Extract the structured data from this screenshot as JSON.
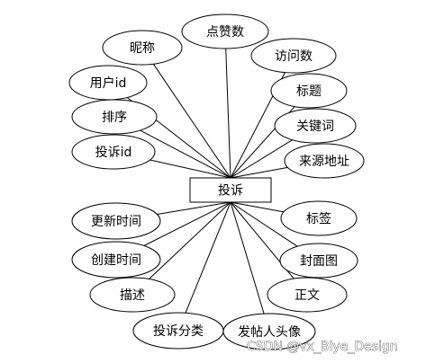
{
  "entity": {
    "label": "投诉"
  },
  "attributes": [
    {
      "key": "nickname",
      "label": "昵称"
    },
    {
      "key": "likes",
      "label": "点赞数"
    },
    {
      "key": "views",
      "label": "访问数"
    },
    {
      "key": "user_id",
      "label": "用户id"
    },
    {
      "key": "title",
      "label": "标题"
    },
    {
      "key": "sort",
      "label": "排序"
    },
    {
      "key": "keywords",
      "label": "关键词"
    },
    {
      "key": "complaint_id",
      "label": "投诉id"
    },
    {
      "key": "source_url",
      "label": "来源地址"
    },
    {
      "key": "update_time",
      "label": "更新时间"
    },
    {
      "key": "tag",
      "label": "标签"
    },
    {
      "key": "create_time",
      "label": "创建时间"
    },
    {
      "key": "cover",
      "label": "封面图"
    },
    {
      "key": "description",
      "label": "描述"
    },
    {
      "key": "content",
      "label": "正文"
    },
    {
      "key": "category",
      "label": "投诉分类"
    },
    {
      "key": "poster_avatar",
      "label": "发帖人头像"
    }
  ],
  "watermark": {
    "text": "CSDN @vx_Biye_Design"
  },
  "colors": {
    "stroke": "#000000",
    "fill": "#ffffff"
  }
}
